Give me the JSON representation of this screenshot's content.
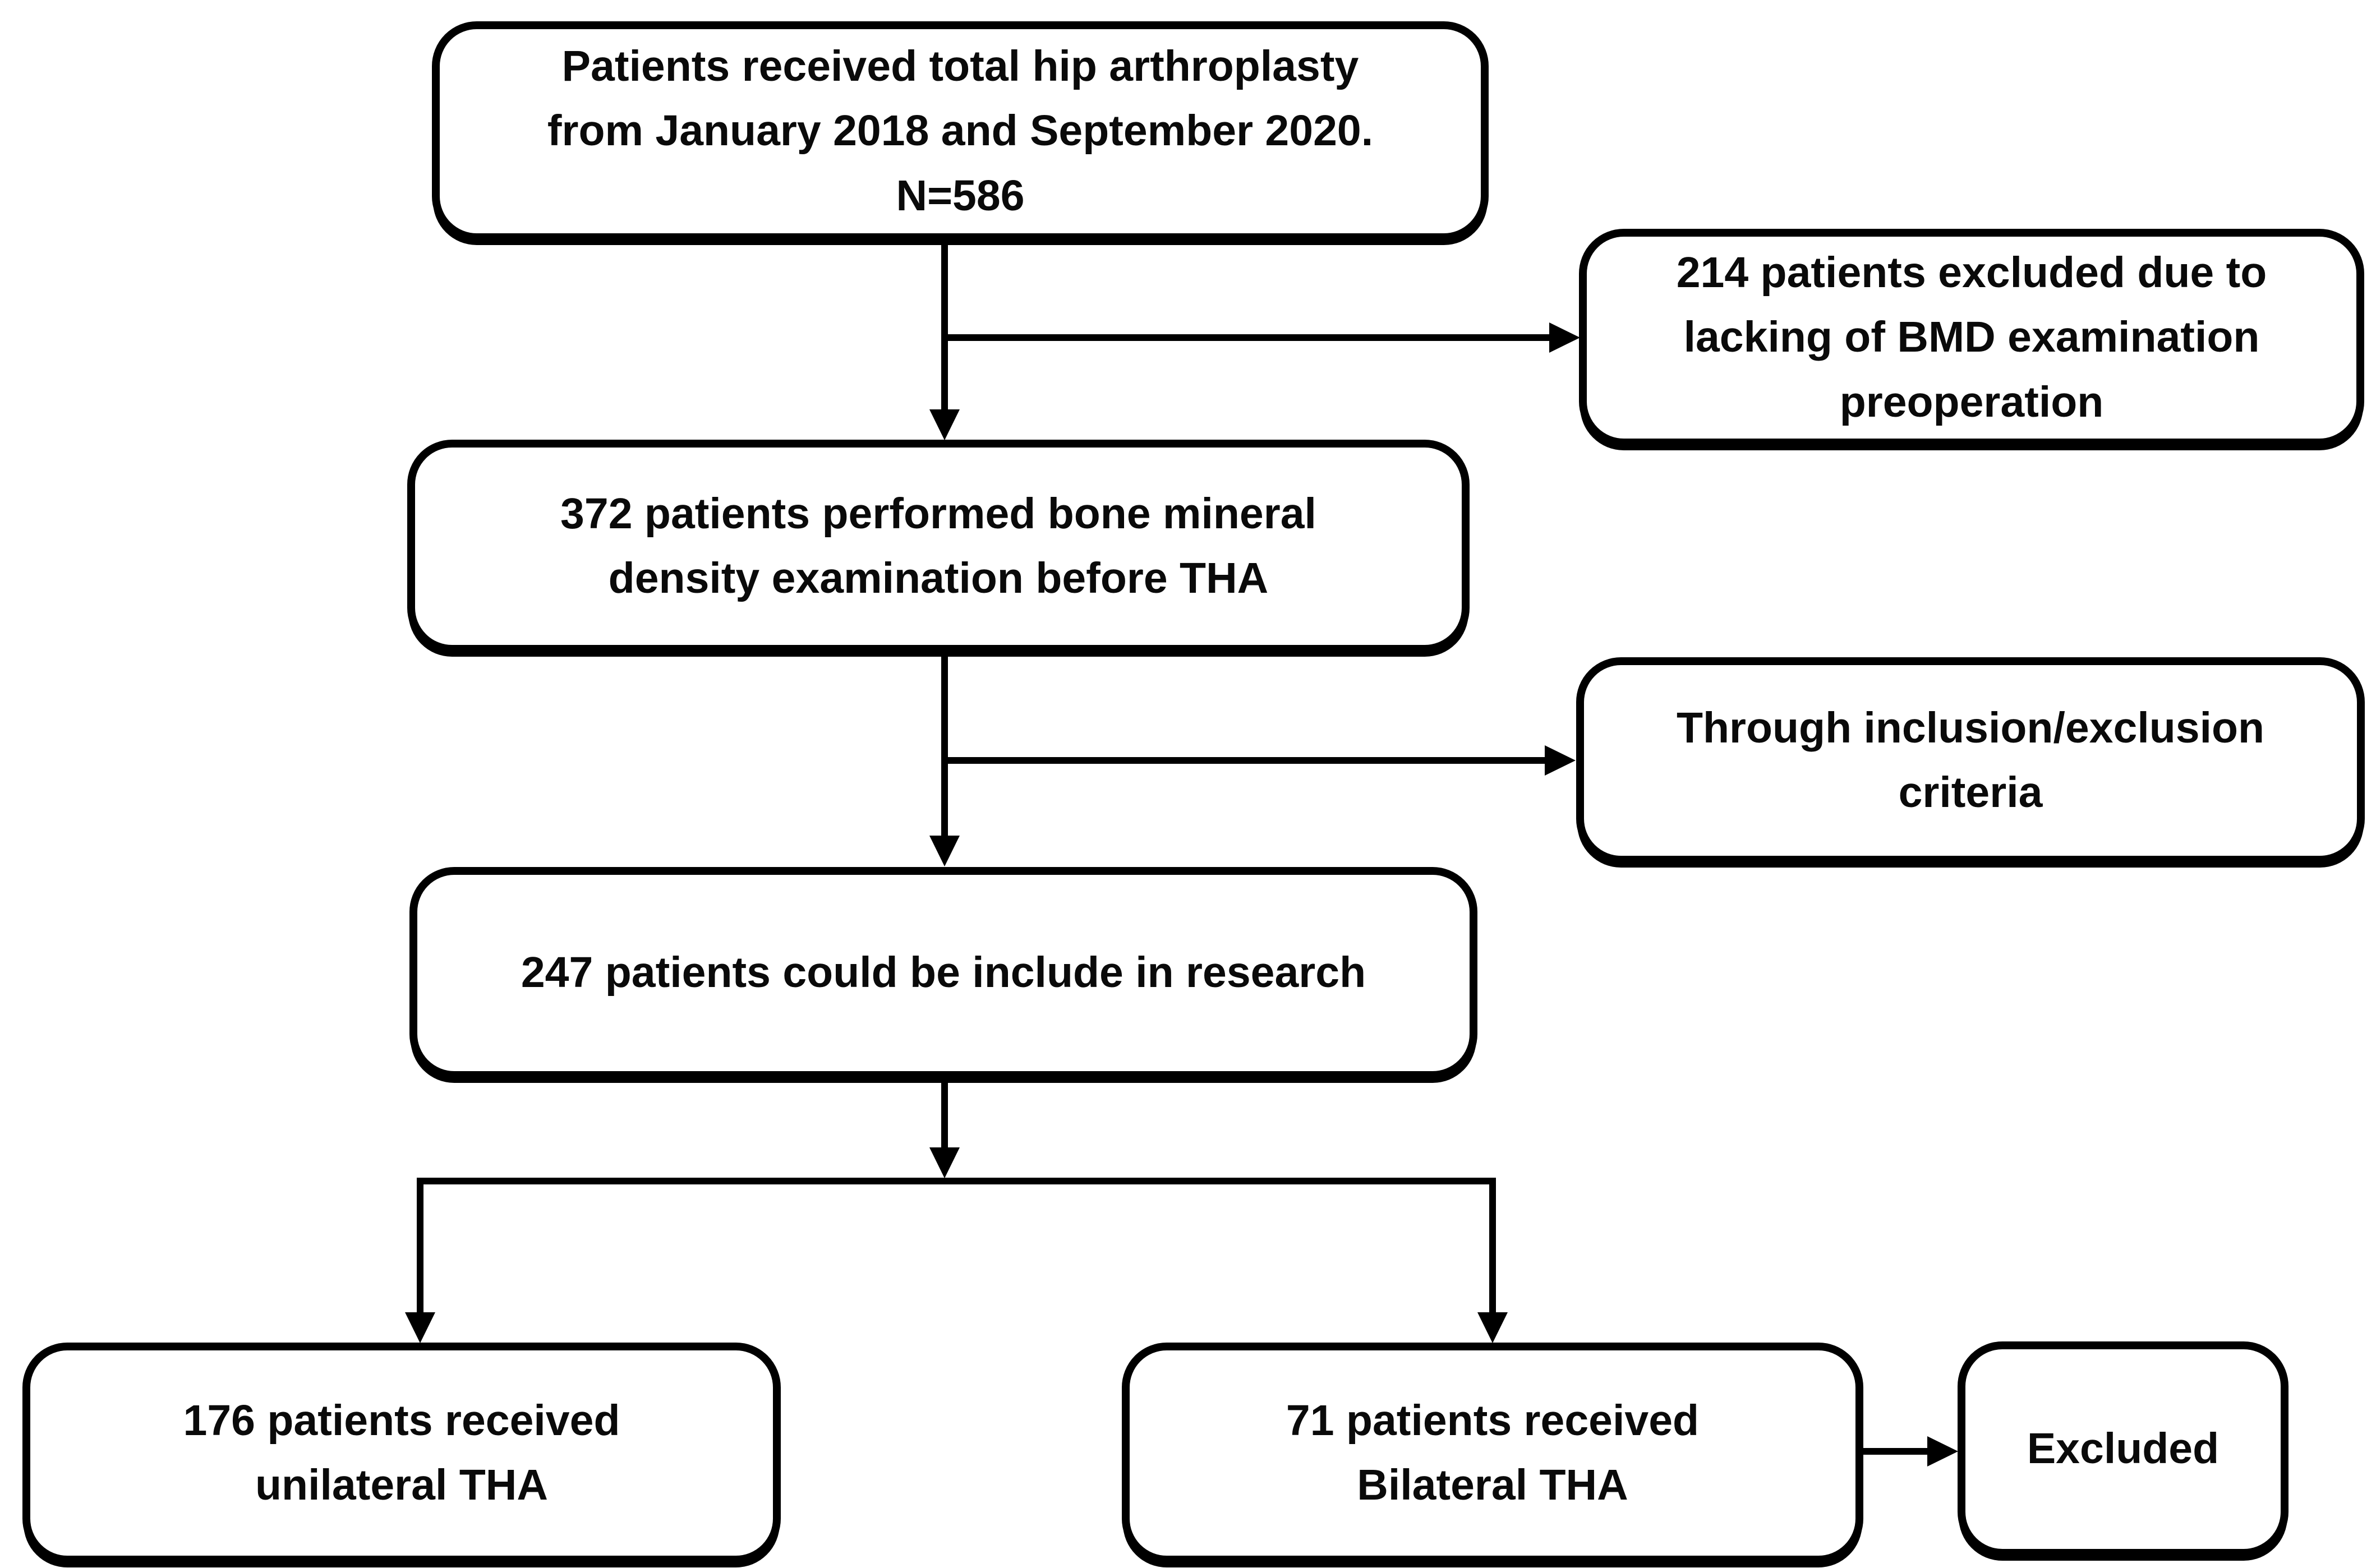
{
  "diagram": {
    "type": "flowchart",
    "colors": {
      "background": "#ffffff",
      "box_fill": "#ffffff",
      "line": "#000000",
      "text": "#0a0a0a"
    },
    "nodes": [
      {
        "id": "total-tha",
        "label": "Patients received total hip arthroplasty\nfrom January 2018 and September 2020.\nN=586"
      },
      {
        "id": "excluded-bmd",
        "label": "214 patients excluded due to\nlacking of BMD examination\npreoperation"
      },
      {
        "id": "bmd-exam",
        "label": "372 patients performed bone mineral\ndensity examination before THA"
      },
      {
        "id": "criteria",
        "label": "Through inclusion/exclusion\ncriteria"
      },
      {
        "id": "included",
        "label": "247 patients could be include in research"
      },
      {
        "id": "unilateral",
        "label": "176 patients received\nunilateral THA"
      },
      {
        "id": "bilateral",
        "label": "71 patients received\nBilateral THA"
      },
      {
        "id": "excluded-final",
        "label": "Excluded"
      }
    ],
    "counts": {
      "total": 586,
      "excluded_no_bmd": 214,
      "bmd_examined": 372,
      "included": 247,
      "unilateral": 176,
      "bilateral": 71
    },
    "edges": [
      {
        "from": "total-tha",
        "to": "bmd-exam"
      },
      {
        "from": "total-tha",
        "to": "excluded-bmd"
      },
      {
        "from": "bmd-exam",
        "to": "included"
      },
      {
        "from": "bmd-exam",
        "to": "criteria"
      },
      {
        "from": "included",
        "to": "unilateral"
      },
      {
        "from": "included",
        "to": "bilateral"
      },
      {
        "from": "bilateral",
        "to": "excluded-final"
      }
    ]
  }
}
